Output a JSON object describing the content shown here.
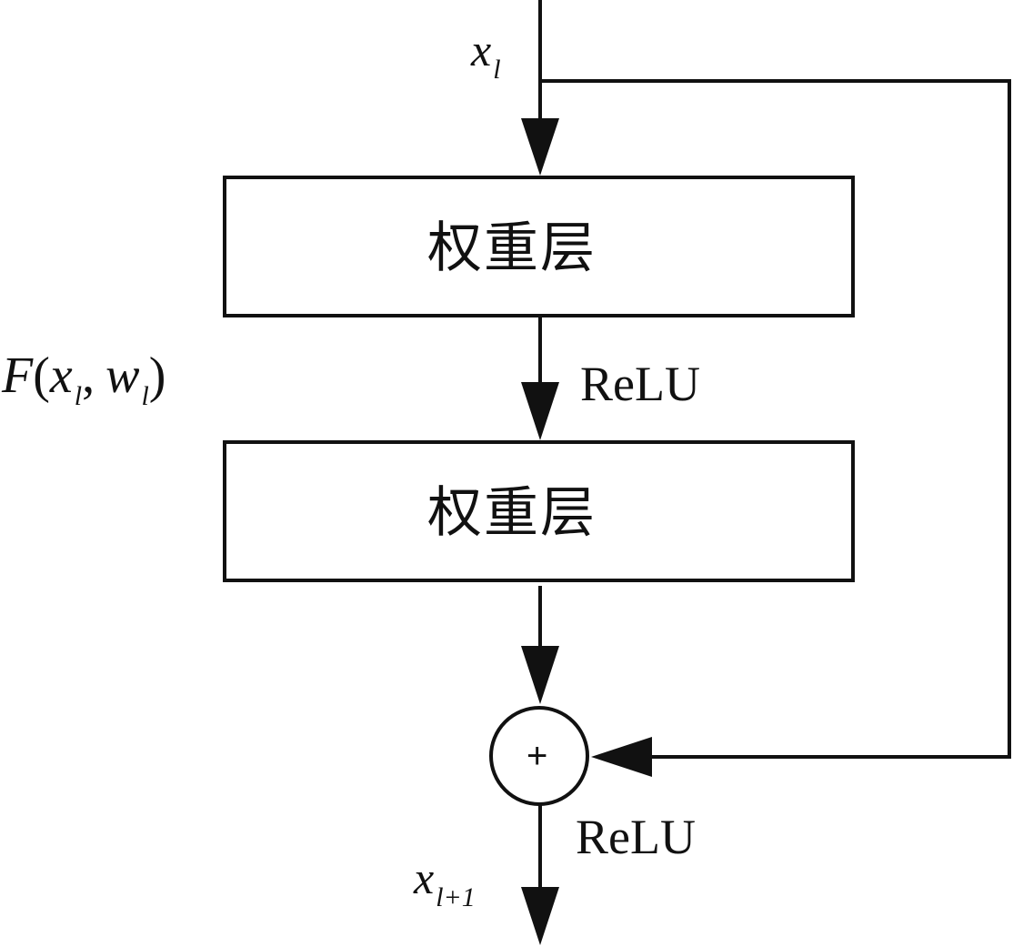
{
  "diagram": {
    "input_label": {
      "base": "x",
      "sub": "l"
    },
    "layer1_label": "权重层",
    "layer2_label": "权重层",
    "relu1_label": "ReLU",
    "relu2_label": "ReLU",
    "residual_label": {
      "func": "F",
      "open": "(",
      "x": "x",
      "x_sub": "l",
      "comma": ",",
      "w": "w",
      "w_sub": "l",
      "close": ")"
    },
    "sum_symbol": "+",
    "output_label": {
      "base": "x",
      "sub": "l+1"
    }
  }
}
